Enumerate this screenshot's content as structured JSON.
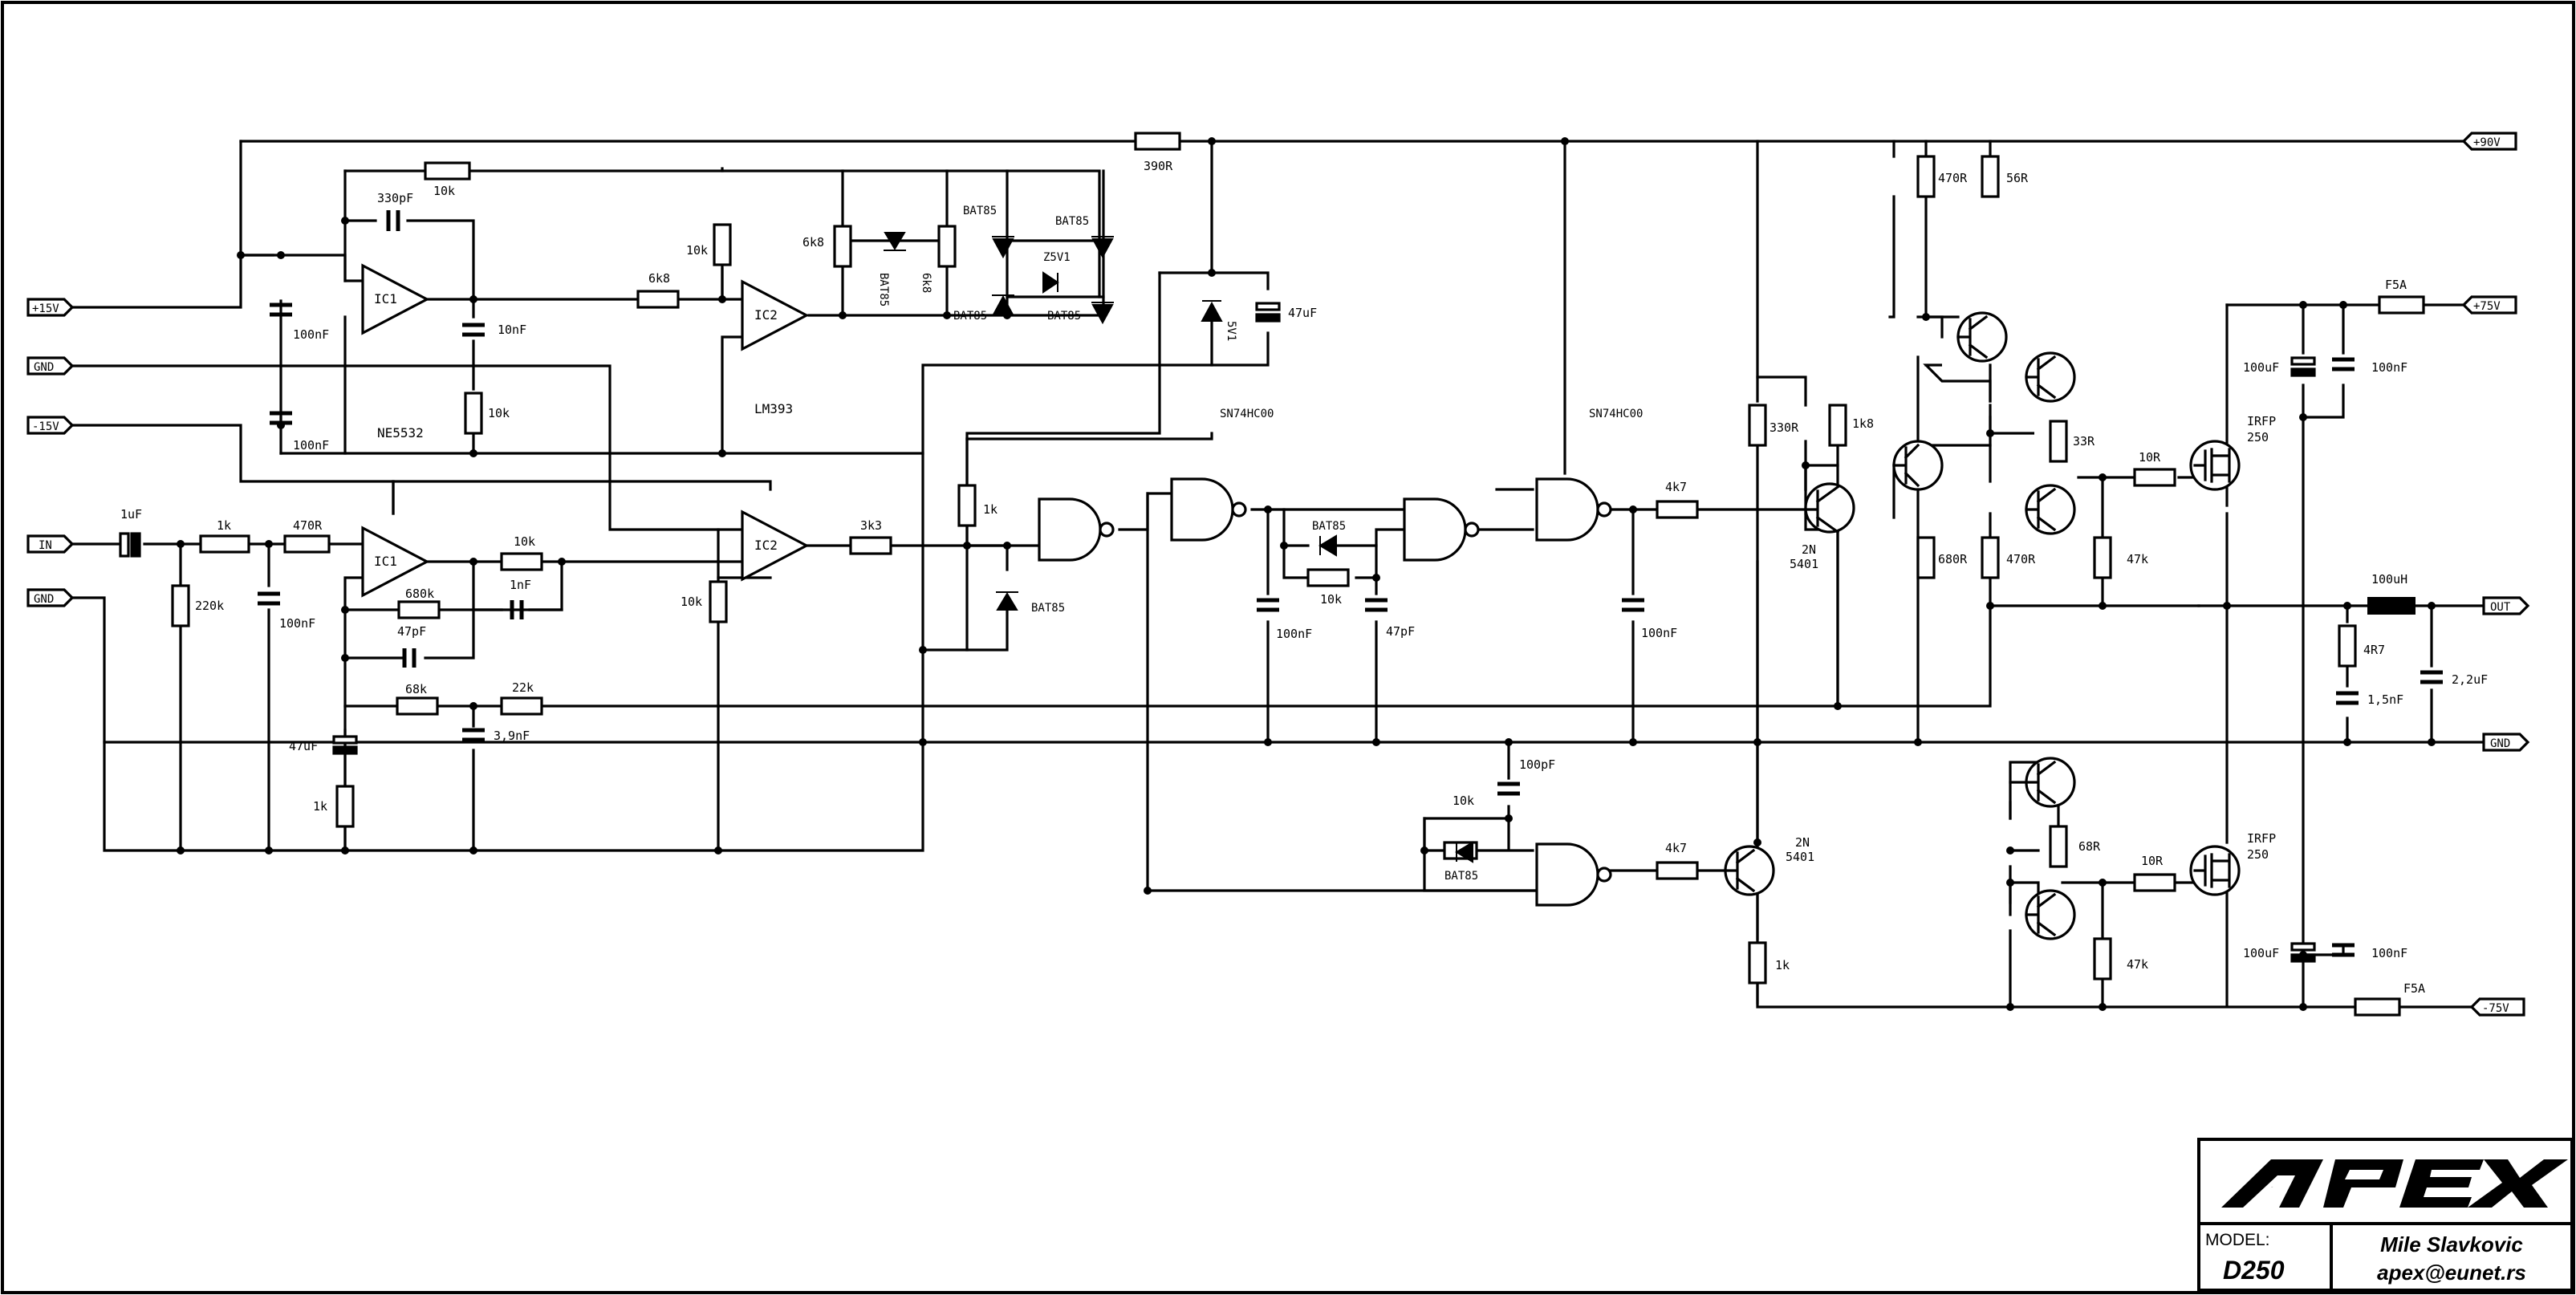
{
  "drawing": {
    "title_block": {
      "logo_text": "APEX",
      "model_label": "MODEL:",
      "model": "D250",
      "author": "Mile Slavkovic",
      "email": "apex@eunet.rs"
    },
    "ports": {
      "plus15": "+15V",
      "gnd_top": "GND",
      "minus15": "-15V",
      "in": "IN",
      "gnd_in": "GND",
      "plus90": "+90V",
      "plus75": "+75V",
      "out": "OUT",
      "gnd_right": "GND",
      "minus75": "-75V"
    },
    "ics": {
      "ic1_top": "IC1",
      "ic2_top": "IC2",
      "ic1_bot": "IC1",
      "ic2_bot": "IC2",
      "ne5532": "NE5532",
      "lm393": "LM393",
      "sn74_a": "SN74HC00",
      "sn74_b": "SN74HC00"
    },
    "labels": {
      "r10k_fb": "10k",
      "c330pF": "330pF",
      "r6k8_in": "6k8",
      "r10k_ic2": "10k",
      "r6k8_a": "6k8",
      "d_bat85_v": "BAT85",
      "r6k8_b": "6k8",
      "d_bat85_tl": "BAT85",
      "d_bat85_tr": "BAT85",
      "z5v1": "Z5V1",
      "d_bat85_bl": "BAT85",
      "d_bat85_br": "BAT85",
      "r390R": "390R",
      "zener_5v1": "5V1",
      "c47uF_top": "47uF",
      "c100nF_a": "100nF",
      "c10nF": "10nF",
      "r10k_div": "10k",
      "c100nF_b": "100nF",
      "c1uF": "1uF",
      "r1k_in": "1k",
      "r470R_in": "470R",
      "r220k": "220k",
      "c100nF_in": "100nF",
      "r10k_ic1b": "10k",
      "r680k": "680k",
      "c1nF": "1nF",
      "c47pF_a": "47pF",
      "r68k": "68k",
      "r22k": "22k",
      "c3_9nF": "3,9nF",
      "c47uF_bot": "47uF",
      "r1k_bot": "1k",
      "r10k_ic2b": "10k",
      "r3k3": "3k3",
      "r1k_gate": "1k",
      "d_bat85_gate": "BAT85",
      "c100nF_g1": "100nF",
      "d_bat85_mid": "BAT85",
      "r10k_mid": "10k",
      "c47pF_b": "47pF",
      "r4k7_top": "4k7",
      "c100nF_g2": "100nF",
      "r330R": "330R",
      "r1k8": "1k8",
      "q_2n5401_top_a": "2N",
      "q_2n5401_top_b": "5401",
      "r470R_drv": "470R",
      "r56R": "56R",
      "r680R": "680R",
      "r470R_drv2": "470R",
      "r33R": "33R",
      "r47k_top": "47k",
      "r10R_top": "10R",
      "irfp_top_a": "IRFP",
      "irfp_top_b": "250",
      "c100uF_top": "100uF",
      "c100nF_top": "100nF",
      "fuse_top": "F5A",
      "l100uH": "100uH",
      "r4R7": "4R7",
      "c1_5nF": "1,5nF",
      "c2_2uF": "2,2uF",
      "c100pF": "100pF",
      "r10k_g3": "10k",
      "d_bat85_g3": "BAT85",
      "r4k7_bot": "4k7",
      "q_2n5401_bot_a": "2N",
      "q_2n5401_bot_b": "5401",
      "r1k_q": "1k",
      "r68R": "68R",
      "r47k_bot": "47k",
      "r10R_bot": "10R",
      "irfp_bot_a": "IRFP",
      "irfp_bot_b": "250",
      "c100uF_bot": "100uF",
      "c100nF_bot": "100nF",
      "fuse_bot": "F5A"
    }
  }
}
